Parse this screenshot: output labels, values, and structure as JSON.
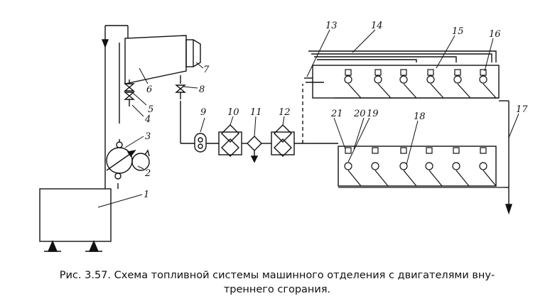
{
  "diagram": {
    "labels": {
      "n1": "1",
      "n2": "2",
      "n3": "3",
      "n4": "4",
      "n5": "5",
      "n6": "6",
      "n7": "7",
      "n8": "8",
      "n9": "9",
      "n10": "10",
      "n11": "11",
      "n12": "12",
      "n13": "13",
      "n14": "14",
      "n15": "15",
      "n16": "16",
      "n17": "17",
      "n18": "18",
      "n19": "19",
      "n20": "20",
      "n21": "21"
    }
  },
  "caption": {
    "line1": "Рис. 3.57. Схема топливной системы машинного отделения с двигателями вну-",
    "line2": "треннего сгорания."
  }
}
